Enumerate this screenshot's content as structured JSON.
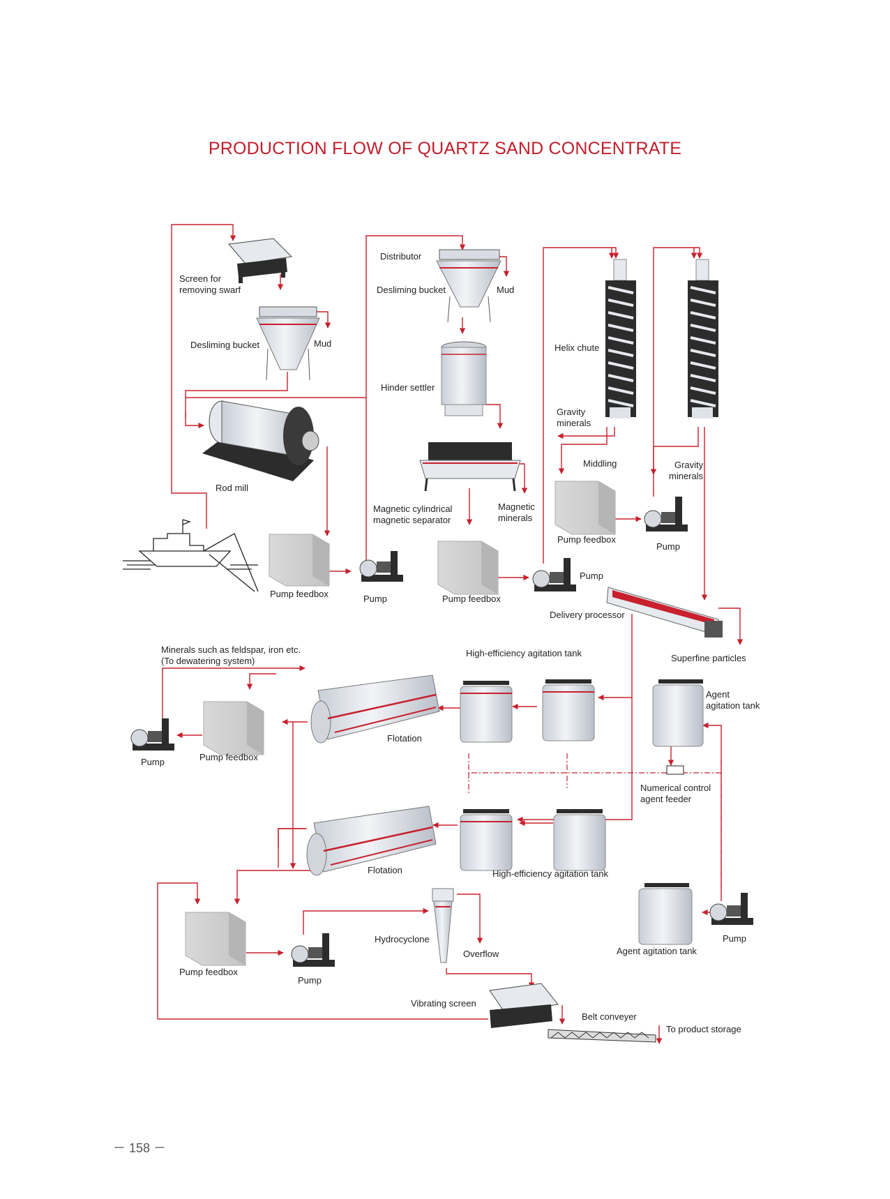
{
  "page": {
    "title": "PRODUCTION FLOW OF QUARTZ SAND CONCENTRATE",
    "page_number": "－ 158 －"
  },
  "labels": {
    "screen_swarf": "Screen for\nremoving swarf",
    "desliming_bucket_1": "Desliming bucket",
    "mud_1": "Mud",
    "rod_mill": "Rod mill",
    "pump_feedbox_1": "Pump feedbox",
    "pump_1": "Pump",
    "distributor": "Distributor",
    "desliming_bucket_2": "Desliming bucket",
    "mud_2": "Mud",
    "hinder_settler": "Hinder settler",
    "magnetic_separator": "Magnetic cylindrical\nmagnetic separator",
    "magnetic_minerals": "Magnetic\nminerals",
    "pump_feedbox_2": "Pump feedbox",
    "pump_2": "Pump",
    "helix_chute": "Helix chute",
    "gravity_minerals_1": "Gravity\nminerals",
    "middling": "Middling",
    "gravity_minerals_2": "Gravity\nminerals",
    "pump_feedbox_3": "Pump feedbox",
    "pump_3": "Pump",
    "delivery_processor": "Delivery processor",
    "superfine_particles": "Superfine particles",
    "minerals_feldspar": "Minerals such as feldspar, iron etc.\n(To dewatering system)",
    "high_eff_tank_1": "High-efficiency agitation tank",
    "agent_agitation_tank_1": "Agent\nagitation tank",
    "pump_4": "Pump",
    "pump_feedbox_4": "Pump feedbox",
    "flotation_1": "Flotation",
    "numerical_feeder": "Numerical control\nagent feeder",
    "flotation_2": "Flotation",
    "high_eff_tank_2": "High-efficiency agitation tank",
    "agent_agitation_tank_2": "Agent agitation tank",
    "pump_5": "Pump",
    "pump_feedbox_5": "Pump feedbox",
    "pump_6": "Pump",
    "hydrocyclone": "Hydrocyclone",
    "overflow": "Overflow",
    "vibrating_screen": "Vibrating screen",
    "belt_conveyer": "Belt conveyer",
    "product_storage": "To product storage"
  },
  "colors": {
    "flow_line": "#c8202e",
    "title": "#c21e2b",
    "equipment_light": "#e6e9ee",
    "equipment_dark": "#2c2c2c"
  }
}
